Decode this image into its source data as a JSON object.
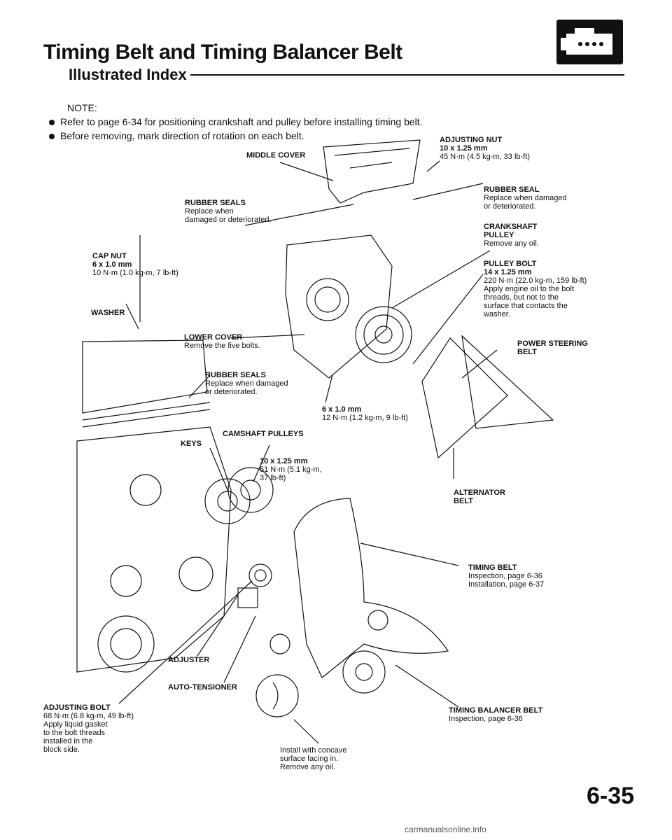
{
  "header": {
    "title": "Timing Belt and Timing Balancer Belt",
    "subtitle": "Illustrated Index",
    "page_number": "6-35"
  },
  "notes": {
    "heading": "NOTE:",
    "items": [
      "Refer to page 6-34 for positioning crankshaft and pulley before installing timing belt.",
      "Before removing, mark direction of rotation on each belt."
    ]
  },
  "labels": {
    "adjusting_nut": {
      "title": "ADJUSTING NUT",
      "lines": [
        "10 x 1.25 mm",
        "45 N·m (4.5 kg-m, 33 lb-ft)"
      ]
    },
    "middle_cover": {
      "title": "MIDDLE COVER"
    },
    "rubber_seals_top": {
      "title": "RUBBER SEALS",
      "lines": [
        "Replace when",
        "damaged or deteriorated."
      ]
    },
    "rubber_seal_right": {
      "title": "RUBBER SEAL",
      "lines": [
        "Replace when damaged",
        "or deteriorated."
      ]
    },
    "crankshaft_pulley": {
      "title": "CRANKSHAFT",
      "title2": "PULLEY",
      "lines": [
        "Remove any oil."
      ]
    },
    "cap_nut": {
      "title": "CAP NUT",
      "title2": "6 x 1.0 mm",
      "lines": [
        "10 N·m (1.0 kg-m, 7 lb-ft)"
      ]
    },
    "pulley_bolt": {
      "title": "PULLEY BOLT",
      "title2": "14 x 1.25 mm",
      "lines": [
        "220 N·m (22.0 kg-m, 159 lb-ft)",
        "Apply engine oil to the bolt",
        "threads, but not to the",
        "surface that contacts the",
        "washer."
      ]
    },
    "washer": {
      "title": "WASHER"
    },
    "lower_cover": {
      "title": "LOWER COVER",
      "lines": [
        "Remove the five bolts."
      ]
    },
    "power_steering_belt": {
      "title": "POWER STEERING",
      "title2": "BELT"
    },
    "rubber_seals_mid": {
      "title": "RUBBER SEALS",
      "lines": [
        "Replace when damaged",
        "or deteriorated."
      ]
    },
    "bolt_6x1": {
      "title": "6 x 1.0 mm",
      "lines": [
        "12 N·m (1.2 kg-m, 9 lb-ft)"
      ]
    },
    "camshaft_pulleys": {
      "title": "CAMSHAFT PULLEYS"
    },
    "keys": {
      "title": "KEYS"
    },
    "bolt_10x125": {
      "title": "10 x 1.25 mm",
      "lines": [
        "51 N·m (5.1 kg-m,",
        "37 lb-ft)"
      ]
    },
    "alternator_belt": {
      "title": "ALTERNATOR",
      "title2": "BELT"
    },
    "timing_belt": {
      "title": "TIMING BELT",
      "lines": [
        "Inspection, page 6-36",
        "Installation, page 6-37"
      ]
    },
    "adjuster": {
      "title": "ADJUSTER"
    },
    "auto_tensioner": {
      "title": "AUTO-TENSIONER"
    },
    "adjusting_bolt": {
      "title": "ADJUSTING BOLT",
      "lines": [
        "68 N·m (6.8 kg-m, 49 lb-ft)",
        "Apply liquid gasket",
        "to the bolt threads",
        "installed in the",
        "block side."
      ]
    },
    "balancer_belt": {
      "title": "TIMING BALANCER BELT",
      "lines": [
        "Inspection, page 6-36"
      ]
    },
    "install_note": {
      "lines": [
        "Install with concave",
        "surface facing in.",
        "Remove any oil."
      ]
    }
  },
  "footer": {
    "watermark": "carmanualsonline.info"
  }
}
